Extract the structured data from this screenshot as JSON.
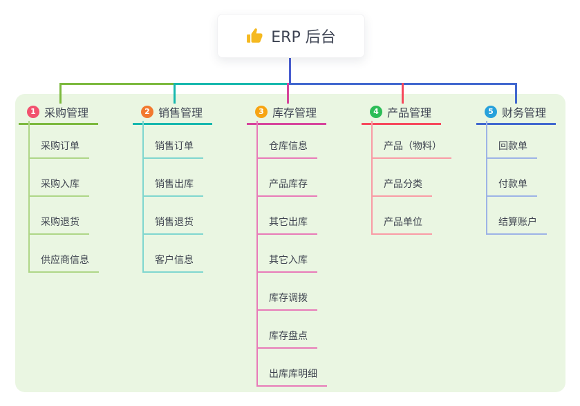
{
  "root": {
    "title": "ERP 后台",
    "icon": "thumbs-up-icon"
  },
  "branches": [
    {
      "index": "1",
      "label": "采购管理",
      "line_color": "#7cb93e",
      "child_line_color": "#aed687",
      "badge_color": "#f2516e",
      "children": [
        "采购订单",
        "采购入库",
        "采购退货",
        "供应商信息"
      ]
    },
    {
      "index": "2",
      "label": "销售管理",
      "line_color": "#17b8ae",
      "child_line_color": "#7fd6cf",
      "badge_color": "#f2792f",
      "children": [
        "销售订单",
        "销售出库",
        "销售退货",
        "客户信息"
      ]
    },
    {
      "index": "3",
      "label": "库存管理",
      "line_color": "#d6459c",
      "child_line_color": "#e87ab8",
      "badge_color": "#f7a412",
      "children": [
        "仓库信息",
        "产品库存",
        "其它出库",
        "其它入库",
        "库存调拨",
        "库存盘点",
        "出库库明细"
      ]
    },
    {
      "index": "4",
      "label": "产品管理",
      "line_color": "#f6495c",
      "child_line_color": "#f99ba5",
      "badge_color": "#2cbd57",
      "children": [
        "产品（物料）",
        "产品分类",
        "产品单位"
      ]
    },
    {
      "index": "5",
      "label": "财务管理",
      "line_color": "#4168cf",
      "child_line_color": "#9db3e6",
      "badge_color": "#27a1db",
      "children": [
        "回款单",
        "付款单",
        "结算账户"
      ]
    }
  ],
  "colors": {
    "root_connector": "#4a5ed0",
    "canvas_background": "#eaf6e2",
    "card_background": "#ffffff",
    "title_text": "#3d4352",
    "node_text": "#3f4450",
    "thumb_icon": "#f5b920"
  }
}
